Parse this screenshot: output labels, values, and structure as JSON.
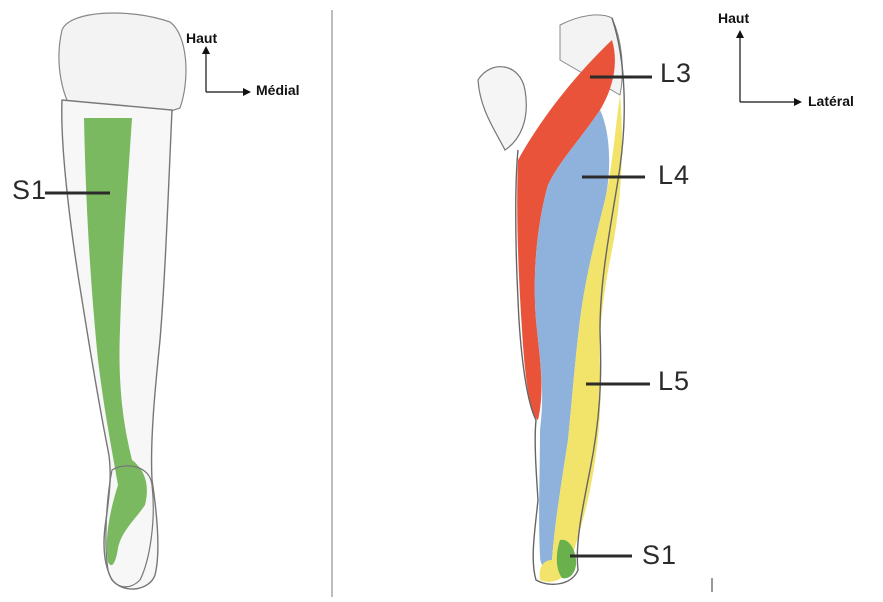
{
  "left_figure": {
    "orientation": {
      "up_label": "Haut",
      "side_label": "Médial"
    },
    "dermatomes": [
      {
        "label": "S1",
        "color": "#6ab04c"
      }
    ]
  },
  "right_figure": {
    "orientation": {
      "up_label": "Haut",
      "side_label": "Latéral"
    },
    "dermatomes": [
      {
        "label": "L3",
        "color": "#e8533a"
      },
      {
        "label": "L4",
        "color": "#8fb2dc"
      },
      {
        "label": "L5",
        "color": "#f2e36a"
      },
      {
        "label": "S1",
        "color": "#6ab04c"
      }
    ]
  }
}
